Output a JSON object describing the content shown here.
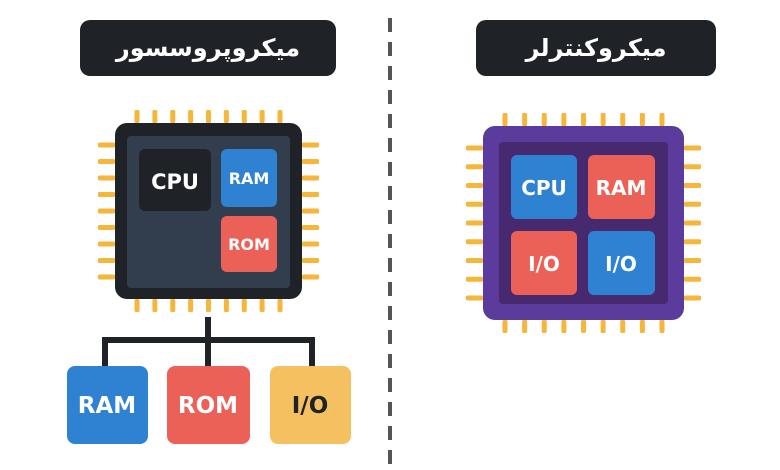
{
  "colors": {
    "dark": "#1f2226",
    "chip_inner": "#323e4e",
    "pin": "#f5b63a",
    "blue": "#2f82d1",
    "red": "#eb6157",
    "yellow": "#f5c060",
    "purple_outer": "#5b3c9d",
    "purple_inner": "#46296f",
    "divider": "#555555"
  },
  "left": {
    "title": "میکروپروسسور",
    "chip": {
      "cpu": "CPU",
      "ram": "RAM",
      "rom": "ROM"
    },
    "external": {
      "ram": "RAM",
      "rom": "ROM",
      "io": "I/O"
    }
  },
  "right": {
    "title": "میکروکنترلر",
    "chip": {
      "cpu": "CPU",
      "ram": "RAM",
      "io1": "I/O",
      "io2": "I/O"
    }
  }
}
